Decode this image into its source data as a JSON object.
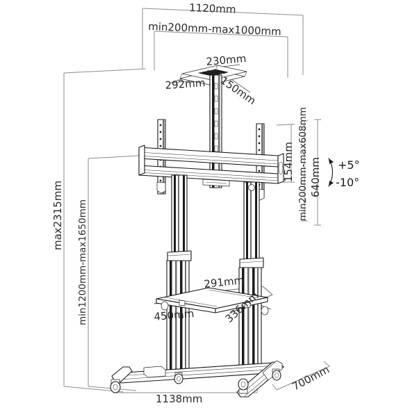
{
  "drawing": {
    "title": "TV cart mount dimensioned technical drawing",
    "units": "mm",
    "line_color": "#171717",
    "dimension_color": "#8c8c8c",
    "text_color": "#2a2a2a",
    "background": "#ffffff"
  },
  "dimensions": {
    "top_overall_width": "1120mm",
    "top_range_width": "min200mm-max1000mm",
    "plate_depth": "230mm",
    "plate_width": "292mm",
    "plate_side": "150mm",
    "bracket_height": "154mm",
    "mount_height_range": "min200mm-max608mm",
    "right_overall_height": "640mm",
    "left_max_height": "max2315mm",
    "left_height_range": "min1200mm-max1650mm",
    "shelf_depth": "291mm",
    "shelf_width": "450mm",
    "shelf_side": "336mm",
    "base_width": "1138mm",
    "base_depth": "700mm"
  },
  "angles": {
    "tilt_up": "+5°",
    "tilt_down": "-10°",
    "arc_icon": "tilt-arc-icon"
  }
}
